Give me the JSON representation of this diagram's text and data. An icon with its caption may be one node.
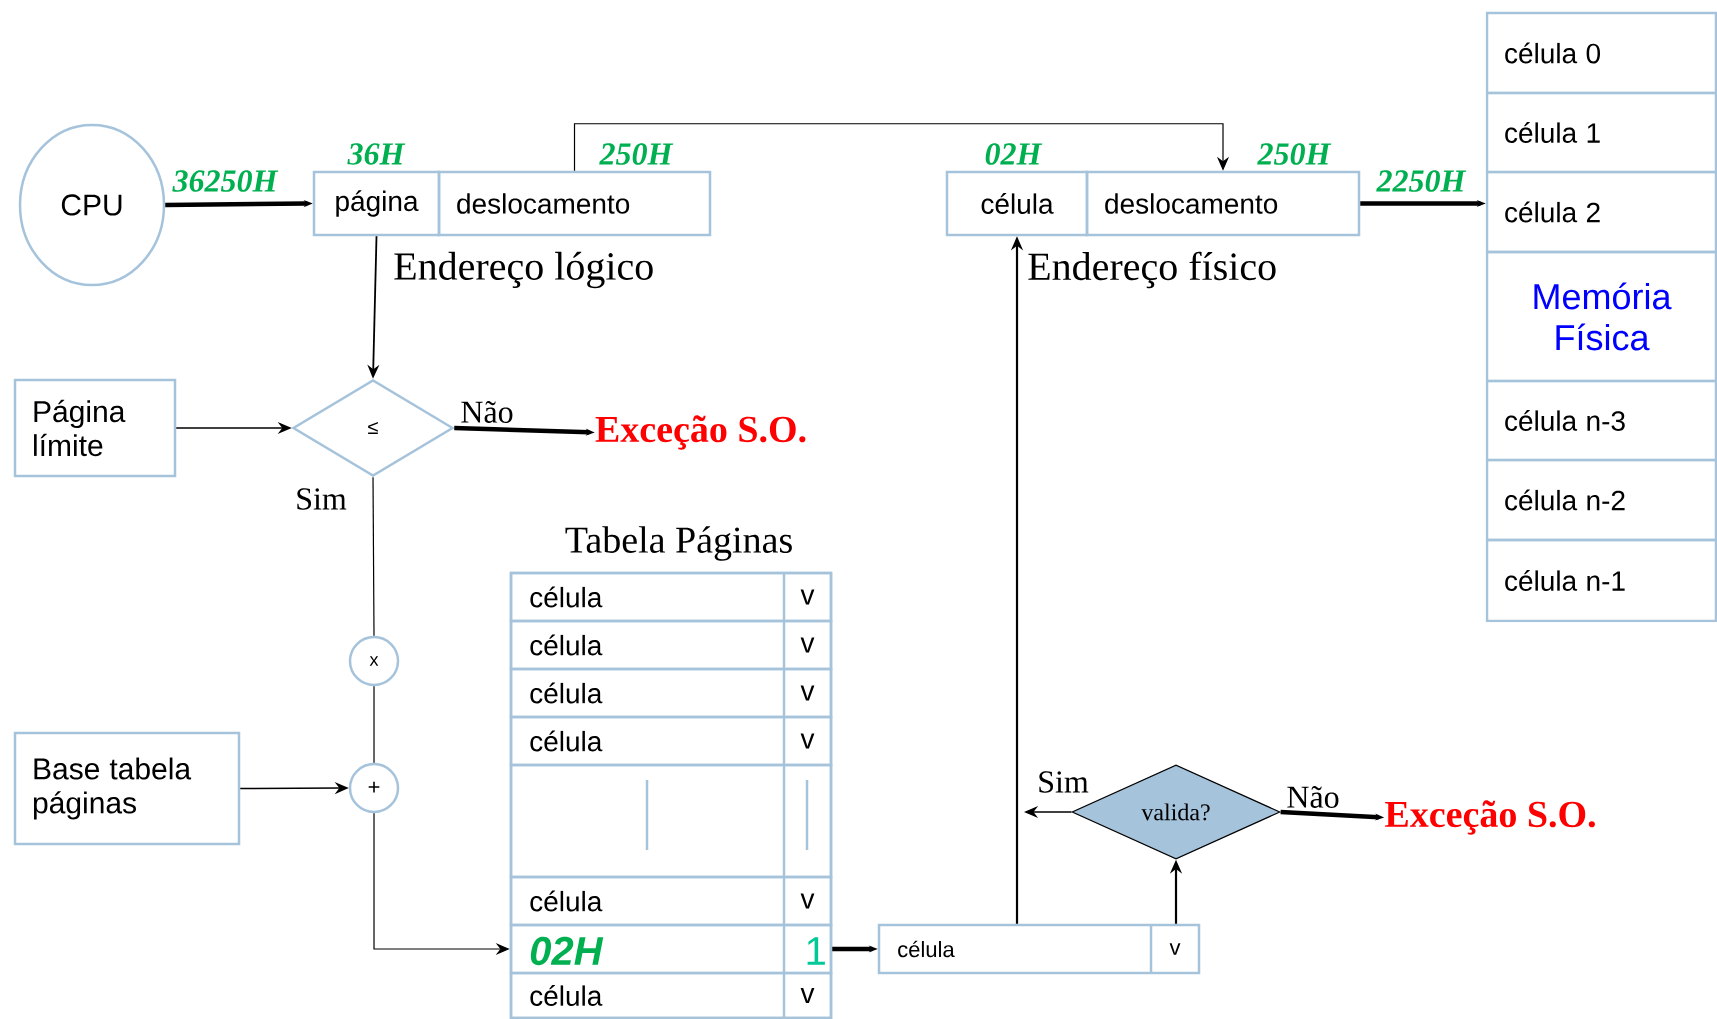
{
  "diagram": {
    "nodes": [
      {
        "text": [
          "CPU"
        ]
      },
      {
        "text": [
          "página"
        ],
        "beside": [
          "36H"
        ]
      },
      {
        "text": [
          "deslocamento"
        ],
        "beside": [
          "250H"
        ]
      },
      {
        "text": [
          "célula"
        ],
        "beside": [
          "02H"
        ]
      },
      {
        "text": [
          "deslocamento"
        ],
        "beside": [
          "250H"
        ]
      },
      {
        "text": [
          "célula 0"
        ]
      },
      {
        "text": [
          "célula 1"
        ]
      },
      {
        "text": [
          "célula 2"
        ]
      },
      {
        "text": [
          "Memória Física"
        ]
      },
      {
        "text": [
          "célula n-3"
        ]
      },
      {
        "text": [
          "célula n-2"
        ]
      },
      {
        "text": [
          "célula n-1"
        ]
      },
      {
        "text": [
          "Página límite"
        ]
      },
      {
        "text": [
          "≤"
        ]
      },
      {
        "text": [
          "Exceção S.O."
        ]
      },
      {
        "text": [
          "x"
        ]
      },
      {
        "text": [
          "+"
        ]
      },
      {
        "text": [
          "Base tabela páginas"
        ]
      },
      {
        "text": [
          "Tabela Páginas"
        ]
      },
      {
        "text": [
          "célula",
          "v"
        ],
        "in": 18
      },
      {
        "text": [
          "célula",
          "v"
        ],
        "in": 18
      },
      {
        "text": [
          "célula",
          "v"
        ],
        "in": 18
      },
      {
        "text": [
          "célula",
          "v"
        ],
        "in": 18
      },
      {
        "text": [],
        "shape": "box",
        "in": 18
      },
      {
        "text": [
          "célula",
          "v"
        ],
        "in": 18
      },
      {
        "text": [
          "02H",
          "1"
        ],
        "in": 18
      },
      {
        "text": [
          "célula",
          "v"
        ],
        "in": 18
      },
      {
        "text": [
          "célula",
          "v"
        ]
      },
      {
        "text": [
          "valida?"
        ]
      },
      {
        "text": [
          "Exceção S.O."
        ]
      }
    ],
    "edges": [
      {
        "from": 0,
        "to": 1,
        "arrow": "to",
        "style": "thick",
        "label": "36250H"
      },
      {
        "from": 1,
        "to": 13,
        "arrow": "to"
      },
      {
        "from": 12,
        "to": 13,
        "arrow": "to"
      },
      {
        "from": 13,
        "to": 14,
        "arrow": "to",
        "style": "thick",
        "label": "Não"
      },
      {
        "from": 13,
        "to": 15,
        "arrow": "none",
        "label": "Sim"
      },
      {
        "from": 15,
        "to": 16,
        "arrow": "none"
      },
      {
        "from": 17,
        "to": 16,
        "arrow": "to"
      },
      {
        "from": 16,
        "to": 25,
        "arrow": "to"
      },
      {
        "from": 2,
        "to": 4,
        "arrow": "to"
      },
      {
        "from": 25,
        "to": 27,
        "arrow": "to",
        "style": "thick"
      },
      {
        "from": 27,
        "to": 28,
        "arrow": "to"
      },
      {
        "from": 28,
        "to": null,
        "arrow": "to",
        "label": "Sim"
      },
      {
        "from": 28,
        "to": 29,
        "arrow": "to",
        "style": "thick",
        "label": "Não"
      },
      {
        "from": 27,
        "to": 3,
        "arrow": "to"
      },
      {
        "from": 4,
        "to": 7,
        "arrow": "to",
        "style": "thick",
        "label": "2250H"
      }
    ],
    "labels": [
      "Endereço lógico",
      "Endereço físico"
    ]
  }
}
